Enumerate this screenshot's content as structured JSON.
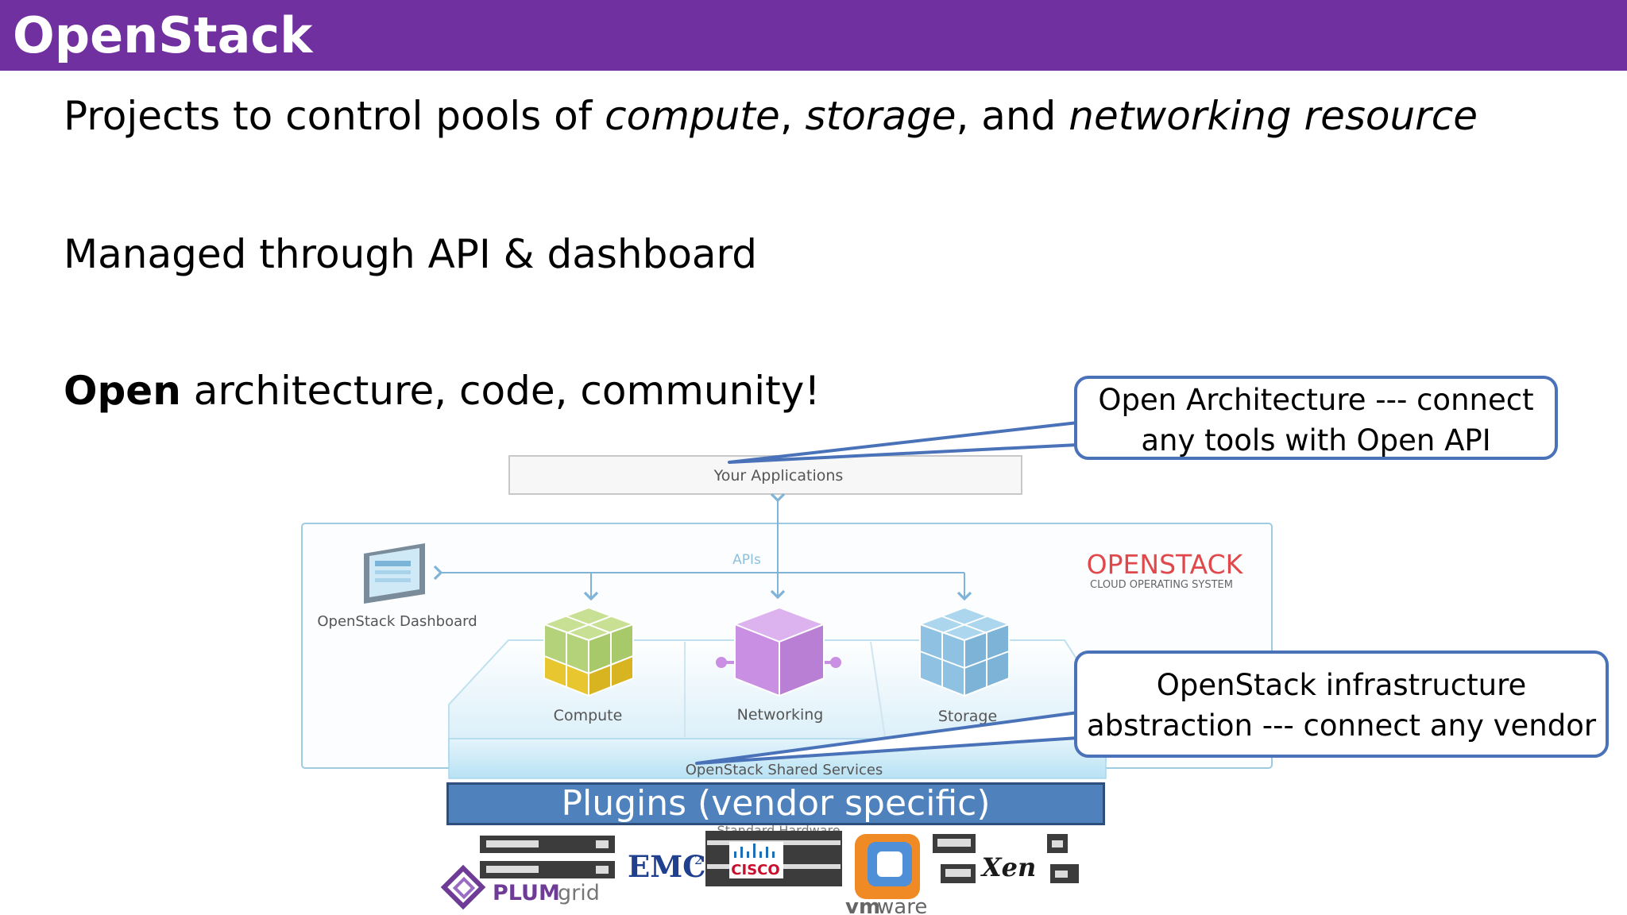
{
  "slide": {
    "title": "OpenStack",
    "bullets": [
      {
        "plain1": "Projects to control pools of ",
        "italic1": "compute",
        "plain2": ", ",
        "italic2": "storage",
        "plain3": ", and ",
        "italic3": "networking resource"
      },
      {
        "text": "Managed through API & dashboard"
      },
      {
        "bold": "Open",
        "rest": " architecture, code, community!"
      }
    ]
  },
  "diagram": {
    "your_applications": "Your Applications",
    "apis": "APIs",
    "dashboard_label": "OpenStack Dashboard",
    "brand_title": "OPENSTACK",
    "brand_subtitle": "CLOUD OPERATING SYSTEM",
    "compute": "Compute",
    "networking": "Networking",
    "storage": "Storage",
    "shared_services": "OpenStack Shared Services",
    "standard_hardware": "Standard Hardware",
    "colors": {
      "frame": "#9fcbe0",
      "arrow": "#7fb4d8",
      "compute_green": "#b4d27a",
      "compute_yellow": "#e8c630",
      "networking": "#c98fe2",
      "storage": "#8fc2e2",
      "brand_red": "#e0484b"
    }
  },
  "callouts": {
    "open_architecture": [
      "Open Architecture  --- connect",
      "any tools with Open API"
    ],
    "infrastructure": [
      "OpenStack infrastructure",
      "abstraction --- connect any vendor"
    ]
  },
  "plugins": {
    "label": "Plugins (vendor specific)"
  },
  "vendors": {
    "plumgrid_a": "PLUM",
    "plumgrid_b": "grid",
    "emc": "EMC",
    "emc_sup": "2",
    "cisco": "CISCO",
    "vmware_a": "vm",
    "vmware_b": "ware",
    "xen": "Xen"
  }
}
